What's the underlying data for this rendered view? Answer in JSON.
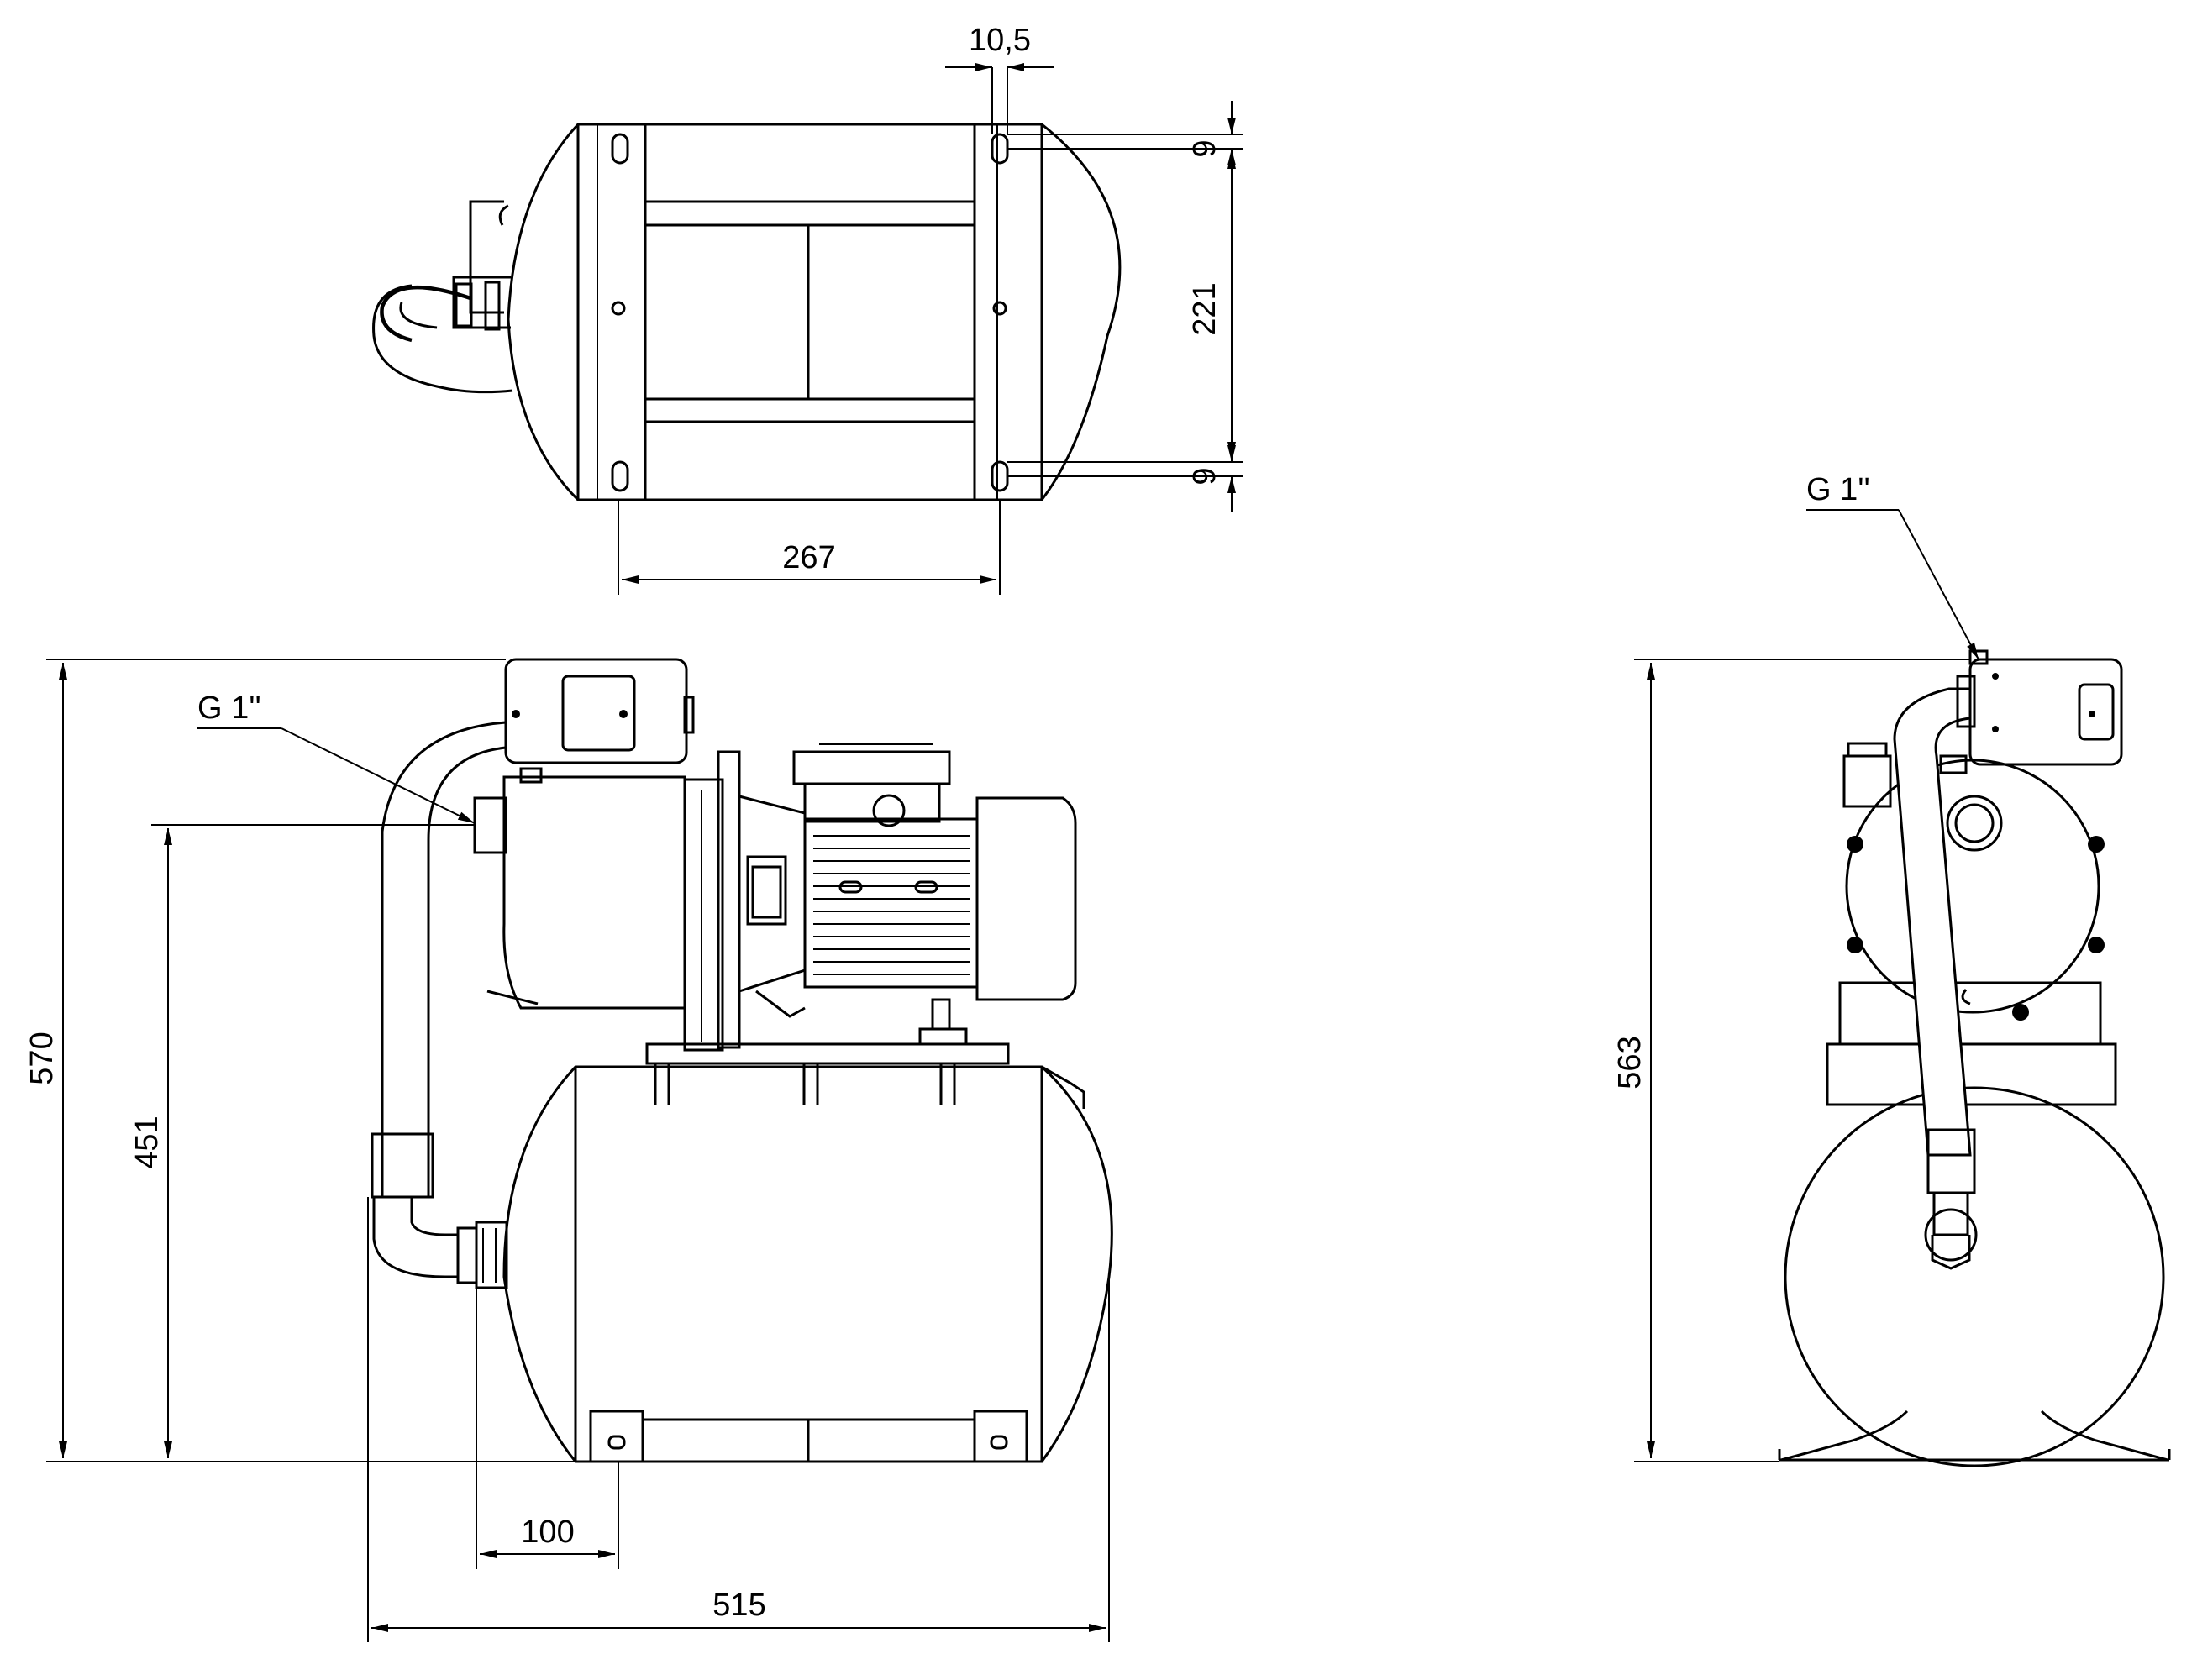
{
  "dimensions": {
    "top_width": "267",
    "bolt_hole": "10,5",
    "slot_top": "9",
    "slot_bottom": "9",
    "slot_spacing": "221",
    "total_height": "570",
    "inlet_height": "451",
    "inlet_offset": "100",
    "total_length": "515",
    "side_height": "563"
  },
  "callouts": {
    "front_thread": "G 1''",
    "side_thread": "G 1''"
  },
  "colors": {
    "line": "#000000",
    "background": "#ffffff"
  }
}
